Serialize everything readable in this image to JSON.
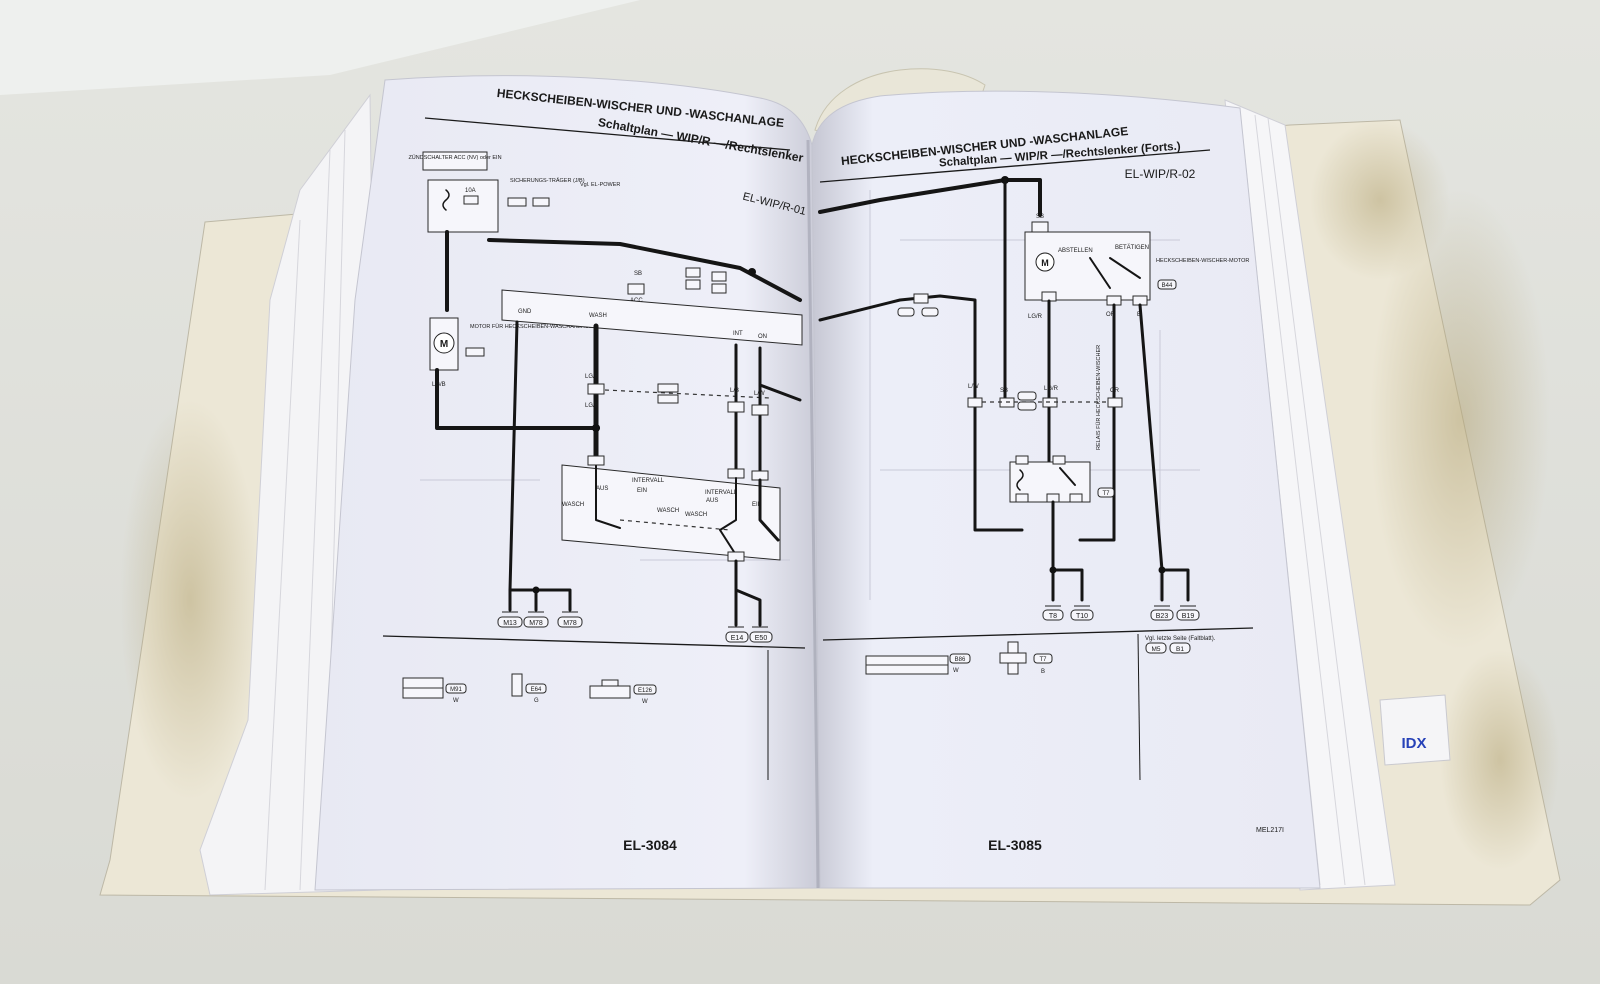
{
  "left_page": {
    "header": "HECKSCHEIBEN-WISCHER UND -WASCHANLAGE",
    "subheader": "Schaltplan — WIP/R —/Rechtslenker",
    "code": "EL-WIP/R-01",
    "page_number": "EL-3084",
    "ignition_label": "ZÜNDSCHALTER ACC (NV) oder EIN",
    "fuse_label": "SICHERUNGS-TRÄGER (J/B)",
    "fuse_ref": "Vgl. EL-POWER",
    "fuse_value": "10A",
    "motor_label": "MOTOR FÜR HECKSCHEIBEN-WASCHANLAGE",
    "switch_labels": {
      "intervall": "INTERVALL",
      "aus": "AUS",
      "ein": "EIN",
      "wasch": "WASCH"
    },
    "wire_colors": [
      "SB",
      "LG/B",
      "B",
      "L/B",
      "L/W"
    ],
    "terminals": [
      "GND",
      "WASH",
      "INT",
      "ON",
      "ACC"
    ],
    "grounds": [
      "M13",
      "M78",
      "M78",
      "E14",
      "E50"
    ],
    "connector_ids": [
      "M91",
      "E64",
      "E126"
    ],
    "connector_colors": [
      "W",
      "G",
      "W"
    ]
  },
  "right_page": {
    "header": "HECKSCHEIBEN-WISCHER UND -WASCHANLAGE",
    "subheader": "Schaltplan — WIP/R —/Rechtslenker (Forts.)",
    "code": "EL-WIP/R-02",
    "page_number": "EL-3085",
    "figure_code": "MEL217I",
    "motor_label": "HECKSCHEIBEN-WISCHER-MOTOR",
    "motor_connector": "B44",
    "motor_states": [
      "ABSTELLEN",
      "BETÄTIGEN"
    ],
    "relay_label": "RELAIS FÜR HECKSCHEIBEN-WISCHER",
    "relay_connector": "T7",
    "wire_colors": [
      "L/W",
      "SB",
      "LG/R",
      "OR",
      "B"
    ],
    "grounds": [
      "T8",
      "T10",
      "B23",
      "B19"
    ],
    "connector_ids": [
      "B86",
      "T7"
    ],
    "connector_colors": [
      "W",
      "B"
    ],
    "ref_note": "Vgl. letzte Seite (Faltblatt).",
    "ref_boxes": [
      "M5",
      "B1"
    ]
  },
  "tab_label": "IDX",
  "colors": {
    "background": "#dfe0da",
    "page_tint": "#ecedf6",
    "binder": "#ede8d8",
    "tab_blue": "#2742b8"
  }
}
